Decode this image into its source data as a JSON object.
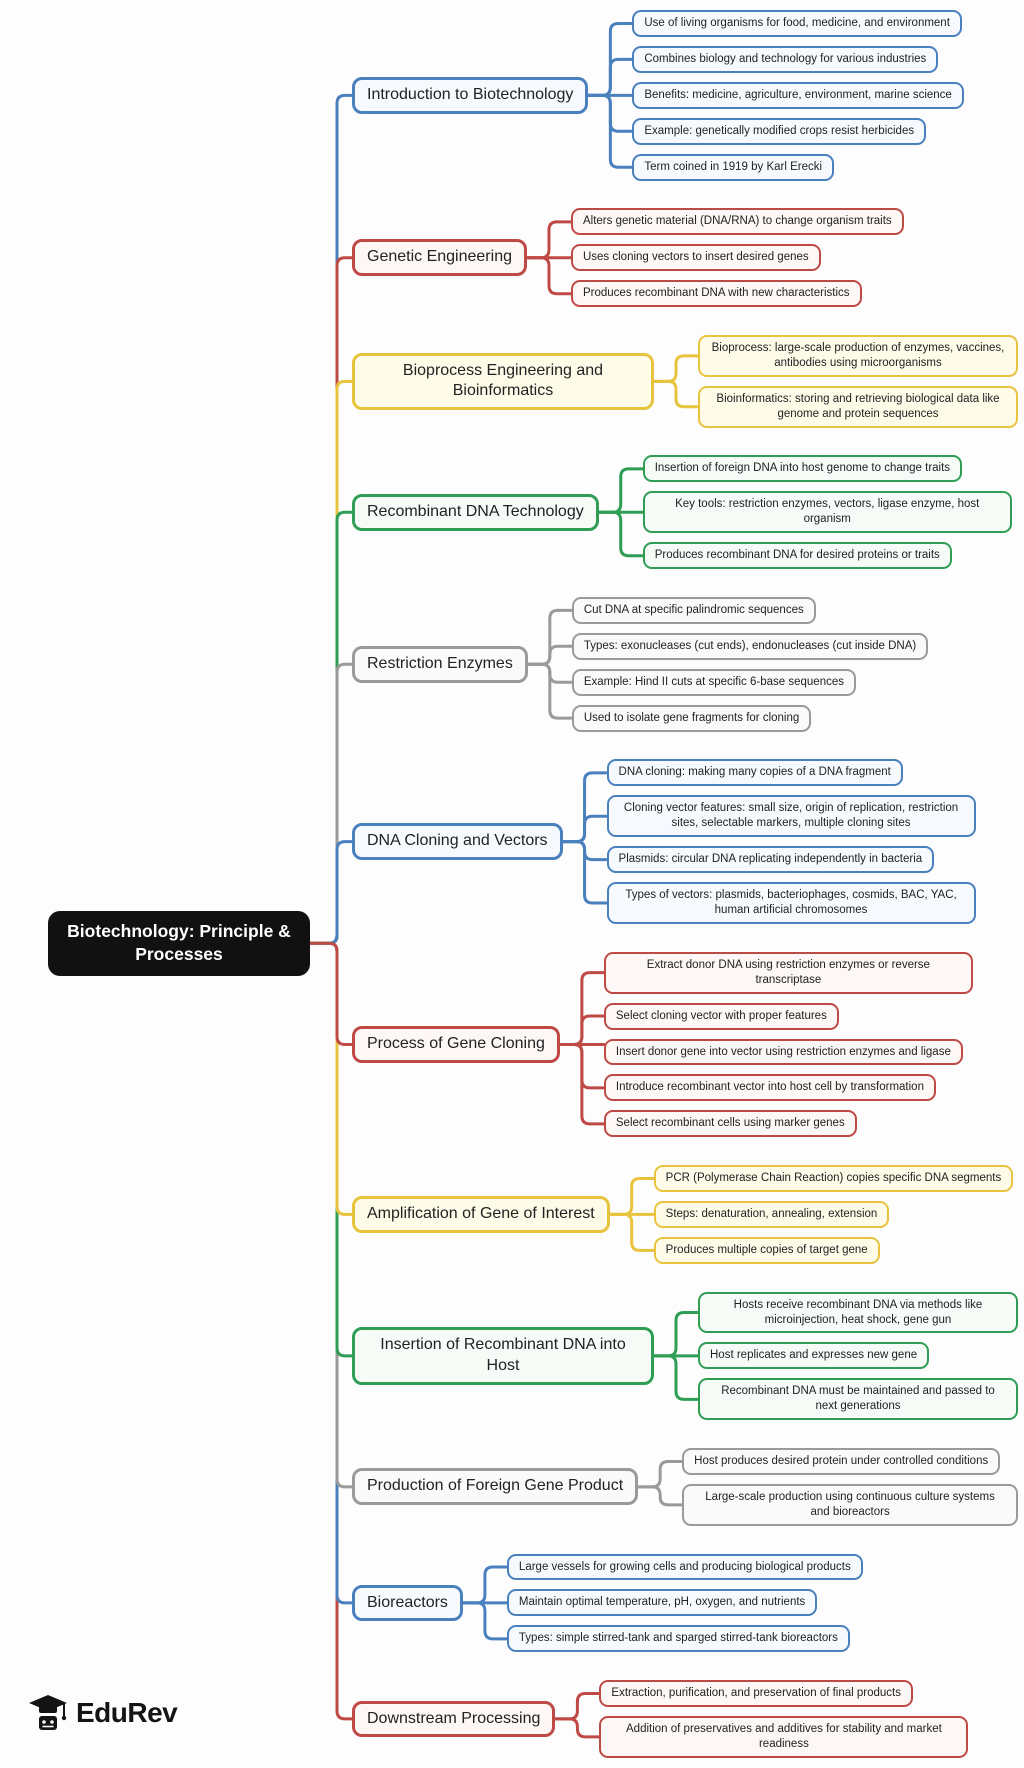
{
  "central": {
    "title": "Biotechnology: Principle & Processes",
    "bg": "#111111",
    "text_color": "#ffffff"
  },
  "palette": {
    "blue": {
      "line": "#4a80bd",
      "fill": "#f6fafe"
    },
    "red": {
      "line": "#bf4a45",
      "fill": "#fdf7f6"
    },
    "yellow": {
      "line": "#e8c33d",
      "fill": "#fefbe9"
    },
    "green": {
      "line": "#2f9e54",
      "fill": "#f6fbf7"
    },
    "gray": {
      "line": "#9a9a9a",
      "fill": "#fafafa"
    }
  },
  "branches": [
    {
      "label": "Introduction to Biotechnology",
      "color": "blue",
      "leaves": [
        "Use of living organisms for food, medicine, and environment",
        "Combines biology and technology for various industries",
        "Benefits: medicine, agriculture, environment, marine science",
        "Example: genetically modified crops resist herbicides",
        "Term coined in 1919 by Karl Erecki"
      ]
    },
    {
      "label": "Genetic Engineering",
      "color": "red",
      "leaves": [
        "Alters genetic material (DNA/RNA) to change organism traits",
        "Uses cloning vectors to insert desired genes",
        "Produces recombinant DNA with new characteristics"
      ]
    },
    {
      "label": "Bioprocess Engineering and Bioinformatics",
      "color": "yellow",
      "leaves": [
        "Bioprocess: large-scale production of enzymes, vaccines, antibodies using microorganisms",
        "Bioinformatics: storing and retrieving biological data like genome and protein sequences"
      ]
    },
    {
      "label": "Recombinant DNA Technology",
      "color": "green",
      "leaves": [
        "Insertion of foreign DNA into host genome to change traits",
        "Key tools: restriction enzymes, vectors, ligase enzyme, host organism",
        "Produces recombinant DNA for desired proteins or traits"
      ]
    },
    {
      "label": "Restriction Enzymes",
      "color": "gray",
      "leaves": [
        "Cut DNA at specific palindromic sequences",
        "Types: exonucleases (cut ends), endonucleases (cut inside DNA)",
        "Example: Hind II cuts at specific 6-base sequences",
        "Used to isolate gene fragments for cloning"
      ]
    },
    {
      "label": "DNA Cloning and Vectors",
      "color": "blue",
      "leaves": [
        "DNA cloning: making many copies of a DNA fragment",
        "Cloning vector features: small size, origin of replication, restriction sites, selectable markers, multiple cloning sites",
        "Plasmids: circular DNA replicating independently in bacteria",
        "Types of vectors: plasmids, bacteriophages, cosmids, BAC, YAC, human artificial chromosomes"
      ]
    },
    {
      "label": "Process of Gene Cloning",
      "color": "red",
      "leaves": [
        "Extract donor DNA using restriction enzymes or reverse transcriptase",
        "Select cloning vector with proper features",
        "Insert donor gene into vector using restriction enzymes and ligase",
        "Introduce recombinant vector into host cell by transformation",
        "Select recombinant cells using marker genes"
      ]
    },
    {
      "label": "Amplification of Gene of Interest",
      "color": "yellow",
      "leaves": [
        "PCR (Polymerase Chain Reaction) copies specific DNA segments",
        "Steps: denaturation, annealing, extension",
        "Produces multiple copies of target gene"
      ]
    },
    {
      "label": "Insertion of Recombinant DNA into Host",
      "color": "green",
      "leaves": [
        "Hosts receive recombinant DNA via methods like microinjection, heat shock, gene gun",
        "Host replicates and expresses new gene",
        "Recombinant DNA must be maintained and passed to next generations"
      ]
    },
    {
      "label": "Production of Foreign Gene Product",
      "color": "gray",
      "leaves": [
        "Host produces desired protein under controlled conditions",
        "Large-scale production using continuous culture systems and bioreactors"
      ]
    },
    {
      "label": "Bioreactors",
      "color": "blue",
      "leaves": [
        "Large vessels for growing cells and producing biological products",
        "Maintain optimal temperature, pH, oxygen, and nutrients",
        "Types: simple stirred-tank and sparged stirred-tank bioreactors"
      ]
    },
    {
      "label": "Downstream Processing",
      "color": "red",
      "leaves": [
        "Extraction, purification, and preservation of final products",
        "Addition of preservatives and additives for stability and market readiness"
      ]
    }
  ],
  "footer": {
    "brand": "EduRev"
  }
}
